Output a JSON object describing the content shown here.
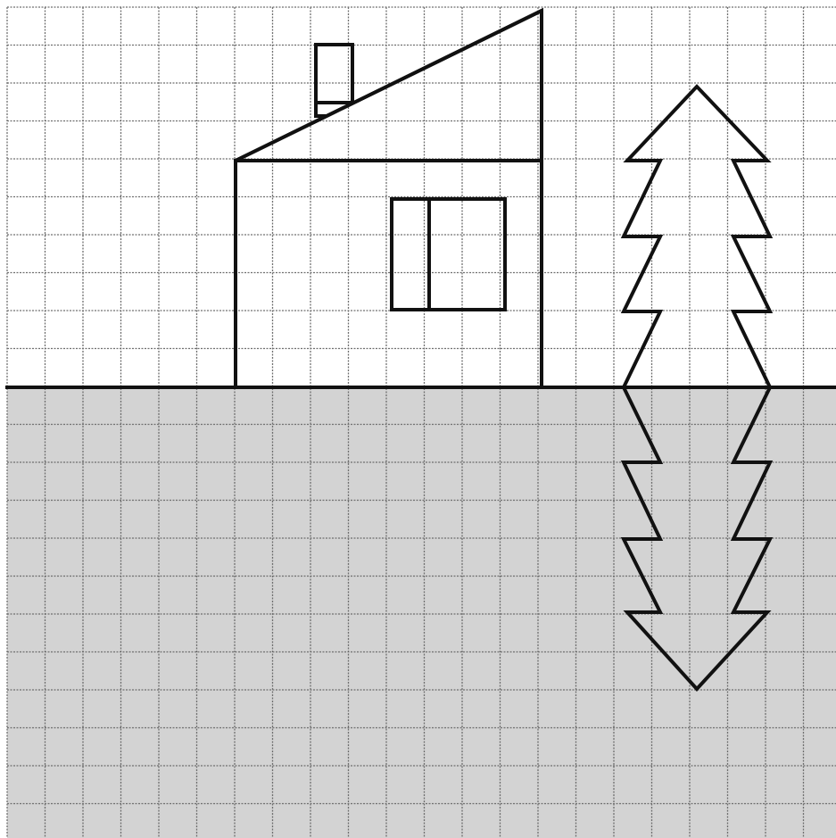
{
  "figure": {
    "grid": {
      "shown": true,
      "cells_wide": 22,
      "cells_high": 22
    },
    "colors": {
      "paper": "#ffffff",
      "lower_region": "#d3d3d3",
      "grid_line": "#6f6f6f",
      "outline": "#111111"
    },
    "shapes": [
      {
        "name": "house",
        "description_visible": false
      },
      {
        "name": "tree",
        "description_visible": false
      },
      {
        "name": "tree-reflection",
        "description_visible": false
      }
    ]
  }
}
